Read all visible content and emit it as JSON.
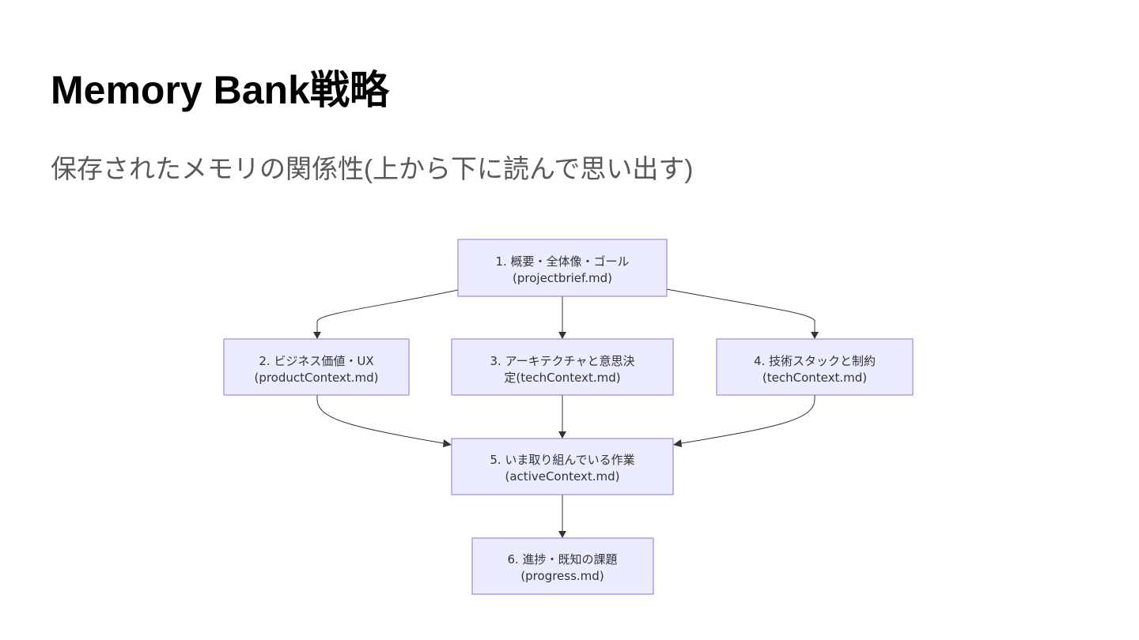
{
  "slide": {
    "title": "Memory Bank戦略",
    "subtitle": "保存されたメモリの関係性(上から下に読んで思い出す)"
  },
  "diagram": {
    "nodes": [
      {
        "id": "n1",
        "line1": "1. 概要・全体像・ゴール",
        "line2": "(projectbrief.md)"
      },
      {
        "id": "n2",
        "line1": "2. ビジネス価値・UX",
        "line2": "(productContext.md)"
      },
      {
        "id": "n3",
        "line1": "3. アーキテクチャと意思決",
        "line2": "定(techContext.md)"
      },
      {
        "id": "n4",
        "line1": "4. 技術スタックと制約",
        "line2": "(techContext.md)"
      },
      {
        "id": "n5",
        "line1": "5. いま取り組んでいる作業",
        "line2": "(activeContext.md)"
      },
      {
        "id": "n6",
        "line1": "6. 進捗・既知の課題",
        "line2": "(progress.md)"
      }
    ],
    "edges": [
      {
        "from": "n1",
        "to": "n2"
      },
      {
        "from": "n1",
        "to": "n3"
      },
      {
        "from": "n1",
        "to": "n4"
      },
      {
        "from": "n2",
        "to": "n5"
      },
      {
        "from": "n3",
        "to": "n5"
      },
      {
        "from": "n4",
        "to": "n5"
      },
      {
        "from": "n5",
        "to": "n6"
      }
    ],
    "colors": {
      "node_fill": "#ececff",
      "node_border": "#9370db",
      "edge": "#333333",
      "text": "#333333"
    }
  }
}
